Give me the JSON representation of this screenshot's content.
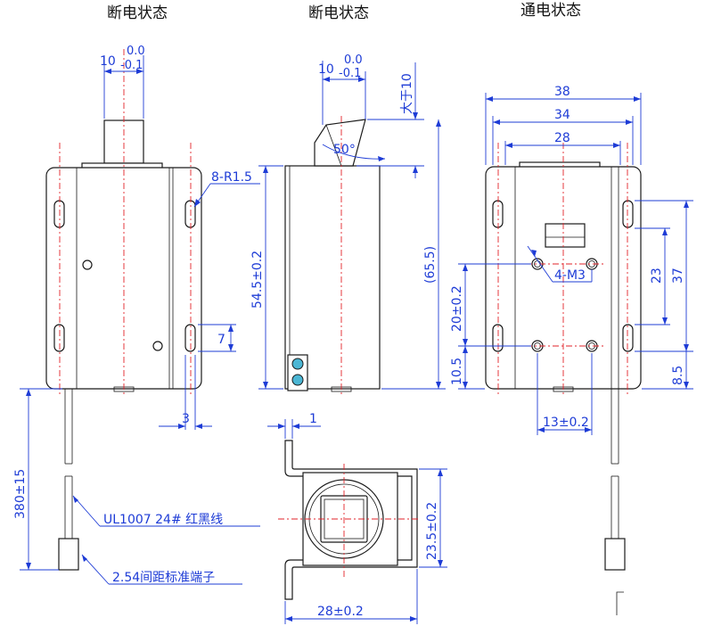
{
  "titles": {
    "view1": "断电状态",
    "view2": "断电状态",
    "view3": "通电状态"
  },
  "dims": {
    "v1_top_main": "10",
    "v1_top_plus": "0.0",
    "v1_top_minus": "-0.1",
    "v1_radius": "8-R1.5",
    "v1_slot_h": "7",
    "v1_slot_w": "3",
    "v1_wire": "380±15",
    "v2_top_main": "10",
    "v2_top_plus": "0.0",
    "v2_top_minus": "-0.1",
    "v2_angle": "50°",
    "v2_over": "大于10",
    "v2_height": "54.5±0.2",
    "v2_overall": "(65.5)",
    "v3_w38": "38",
    "v3_w34": "34",
    "v3_w28": "28",
    "v3_holes": "4-M3",
    "v3_23": "23",
    "v3_37": "37",
    "v3_20": "20±0.2",
    "v3_105": "10.5",
    "v3_85": "8.5",
    "v3_13": "13±0.2",
    "v4_1": "1",
    "v4_235": "23.5±0.2",
    "v4_28": "28±0.2"
  },
  "notes": {
    "cable": "UL1007  24#  红黑线",
    "connector": "2.54间距标准端子"
  }
}
